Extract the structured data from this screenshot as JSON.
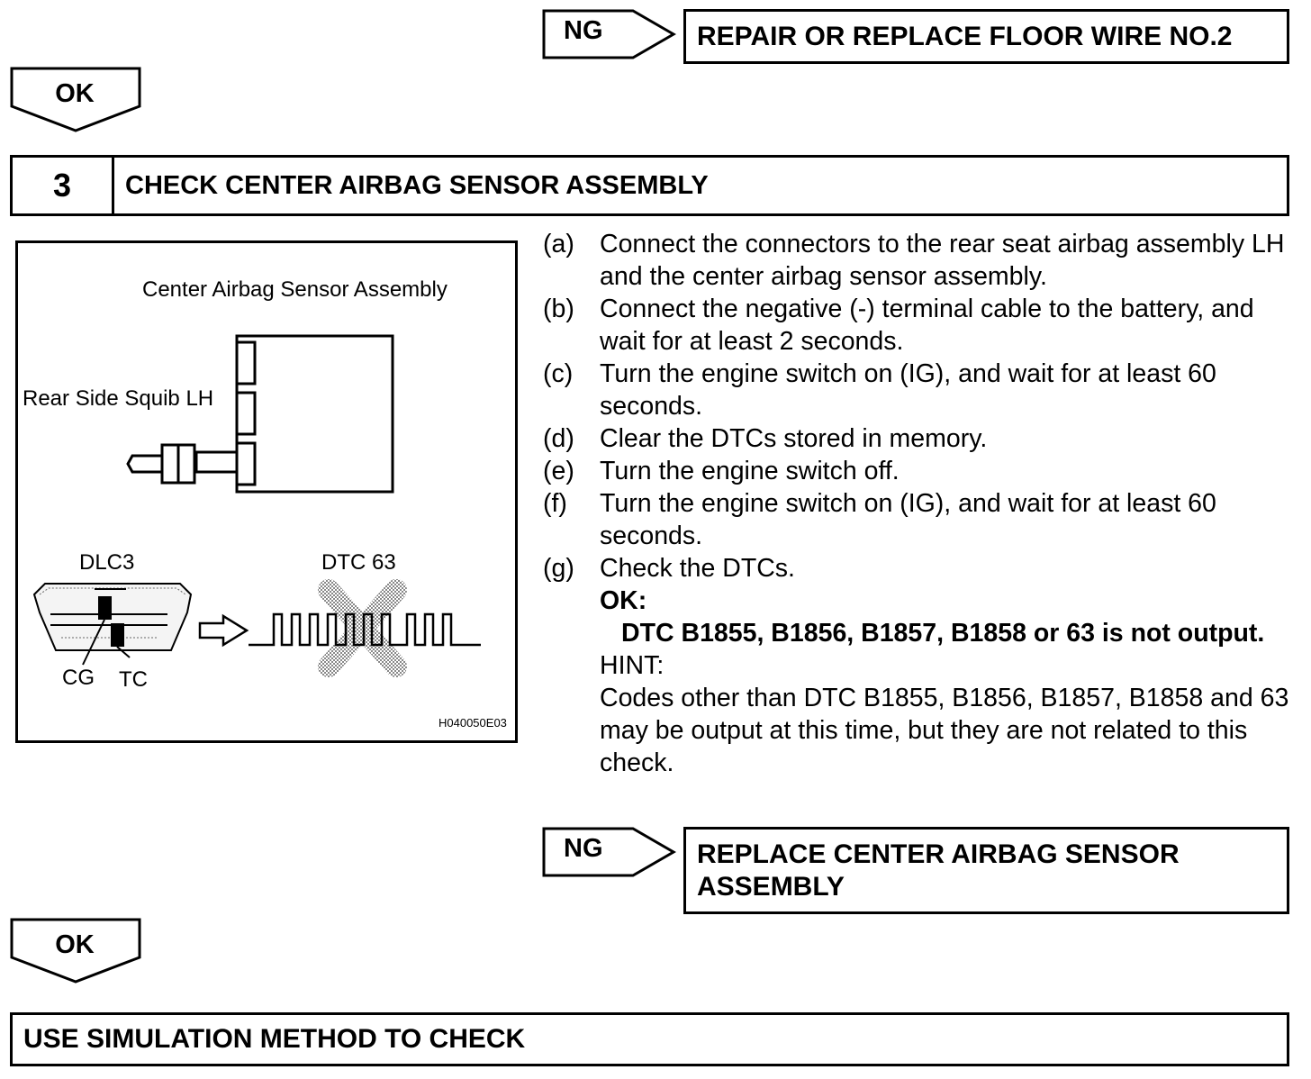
{
  "top_branch": {
    "ng_label": "NG",
    "result": "REPAIR OR REPLACE FLOOR WIRE NO.2"
  },
  "ok_label_1": "OK",
  "step": {
    "number": "3",
    "title": "CHECK CENTER AIRBAG SENSOR ASSEMBLY"
  },
  "figure": {
    "assembly_label": "Center Airbag Sensor Assembly",
    "squib_label": "Rear Side Squib LH",
    "dlc_label": "DLC3",
    "dtc_label": "DTC 63",
    "cg_label": "CG",
    "tc_label": "TC",
    "figure_id": "H040050E03"
  },
  "instructions": [
    {
      "letter": "(a)",
      "text": "Connect the connectors to the rear seat airbag assembly LH and the center airbag sensor assembly."
    },
    {
      "letter": "(b)",
      "text": "Connect the negative (-) terminal cable to the battery, and wait for at least 2 seconds."
    },
    {
      "letter": "(c)",
      "text": "Turn the engine switch on (IG), and wait for at least 60 seconds."
    },
    {
      "letter": "(d)",
      "text": "Clear the DTCs stored in memory."
    },
    {
      "letter": "(e)",
      "text": "Turn the engine switch off."
    },
    {
      "letter": "(f)",
      "text": "Turn the engine switch on (IG), and wait for at least 60 seconds."
    },
    {
      "letter": "(g)",
      "text": "Check the DTCs."
    }
  ],
  "ok_heading": "OK:",
  "ok_condition": "DTC B1855, B1856, B1857, B1858 or 63 is not output.",
  "hint_heading": "HINT:",
  "hint_text": "Codes other than DTC B1855, B1856, B1857, B1858 and 63 may be output at this time, but they are not related to this check.",
  "bottom_branch": {
    "ng_label": "NG",
    "result": "REPLACE CENTER AIRBAG SENSOR ASSEMBLY"
  },
  "ok_label_2": "OK",
  "final_step": "USE SIMULATION METHOD TO CHECK"
}
